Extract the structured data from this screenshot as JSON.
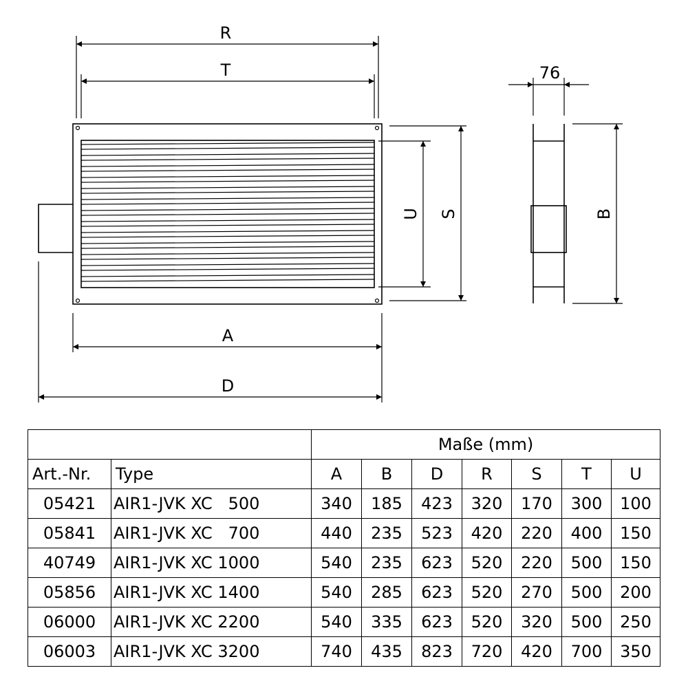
{
  "drawing": {
    "front_view": {
      "dim_R": "R",
      "dim_T": "T",
      "dim_A": "A",
      "dim_D": "D",
      "dim_U": "U",
      "dim_S": "S"
    },
    "side_view": {
      "dim_depth": "76",
      "dim_B": "B"
    }
  },
  "table": {
    "group_header": "Maße (mm)",
    "col_artnr": "Art.-Nr.",
    "col_type": "Type",
    "dim_headers": [
      "A",
      "B",
      "D",
      "R",
      "S",
      "T",
      "U"
    ],
    "rows": [
      {
        "artnr": "05421",
        "type": "AIR1-JVK XC   500",
        "A": "340",
        "B": "185",
        "D": "423",
        "R": "320",
        "S": "170",
        "T": "300",
        "U": "100"
      },
      {
        "artnr": "05841",
        "type": "AIR1-JVK XC   700",
        "A": "440",
        "B": "235",
        "D": "523",
        "R": "420",
        "S": "220",
        "T": "400",
        "U": "150"
      },
      {
        "artnr": "40749",
        "type": "AIR1-JVK XC 1000",
        "A": "540",
        "B": "235",
        "D": "623",
        "R": "520",
        "S": "220",
        "T": "500",
        "U": "150"
      },
      {
        "artnr": "05856",
        "type": "AIR1-JVK XC 1400",
        "A": "540",
        "B": "285",
        "D": "623",
        "R": "520",
        "S": "270",
        "T": "500",
        "U": "200"
      },
      {
        "artnr": "06000",
        "type": "AIR1-JVK XC 2200",
        "A": "540",
        "B": "335",
        "D": "623",
        "R": "520",
        "S": "320",
        "T": "500",
        "U": "250"
      },
      {
        "artnr": "06003",
        "type": "AIR1-JVK XC 3200",
        "A": "740",
        "B": "435",
        "D": "823",
        "R": "720",
        "S": "420",
        "T": "700",
        "U": "350"
      }
    ]
  }
}
